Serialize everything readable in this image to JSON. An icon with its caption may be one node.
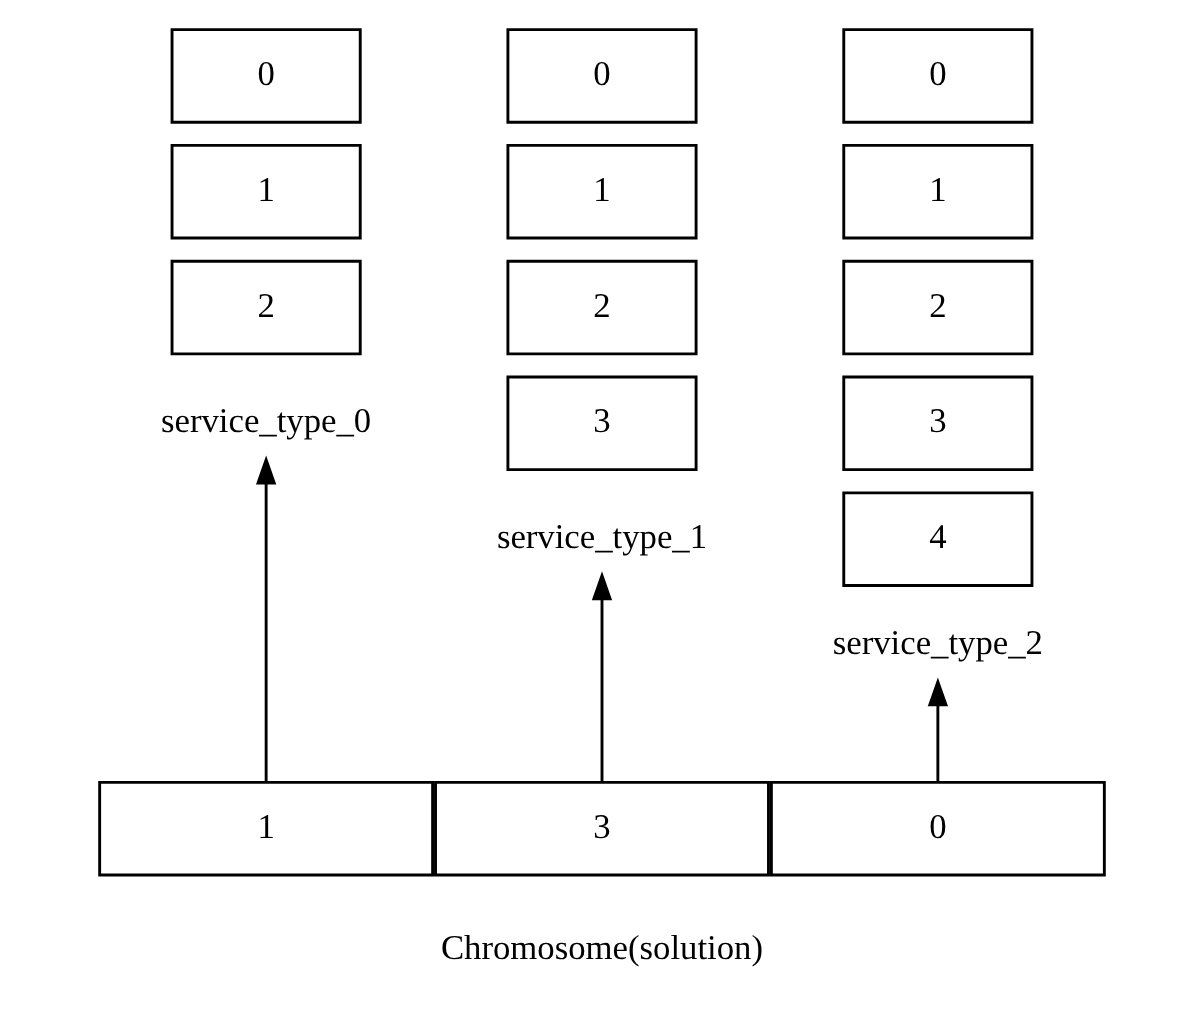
{
  "diagram": {
    "nodes": [
      {
        "text": [
          "0"
        ]
      },
      {
        "text": [
          "1"
        ]
      },
      {
        "text": [
          "2"
        ]
      },
      {
        "text": [
          "service_type_0"
        ]
      },
      {
        "text": [
          "0"
        ]
      },
      {
        "text": [
          "1"
        ]
      },
      {
        "text": [
          "2"
        ]
      },
      {
        "text": [
          "3"
        ]
      },
      {
        "text": [
          "service_type_1"
        ]
      },
      {
        "text": [
          "0"
        ]
      },
      {
        "text": [
          "1"
        ]
      },
      {
        "text": [
          "2"
        ]
      },
      {
        "text": [
          "3"
        ]
      },
      {
        "text": [
          "4"
        ]
      },
      {
        "text": [
          "service_type_2"
        ]
      },
      {
        "text": [
          "1"
        ]
      },
      {
        "text": [
          "3"
        ]
      },
      {
        "text": [
          "0"
        ]
      }
    ],
    "edges": [
      {
        "from": 15,
        "to": 3,
        "arrow": "to"
      },
      {
        "from": 16,
        "to": 8,
        "arrow": "to"
      },
      {
        "from": 17,
        "to": 14,
        "arrow": "to"
      }
    ],
    "labels": [
      "Chromosome(solution)"
    ]
  }
}
